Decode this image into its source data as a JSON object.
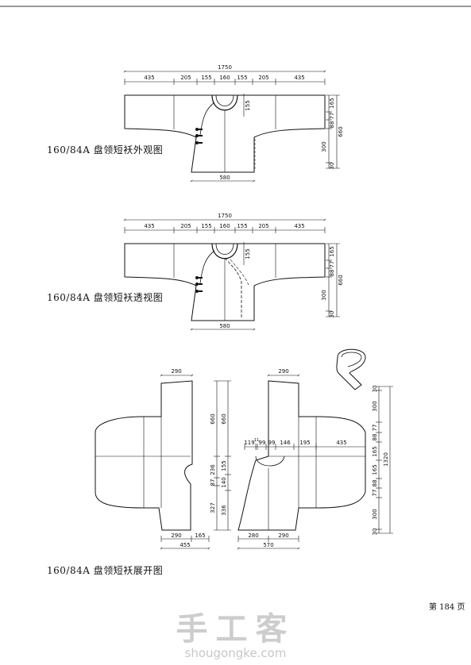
{
  "diagrams": [
    {
      "caption": "160/84A 盘领短袄外观图",
      "top": {
        "total": "1750",
        "segments": [
          "435",
          "205",
          "155",
          "160",
          "155",
          "205",
          "435"
        ],
        "inner": "155"
      },
      "right": {
        "collar": "165",
        "h77": "77",
        "h88": "88",
        "h300": "300",
        "h30": "30",
        "overall": "660"
      },
      "bottom": "580"
    },
    {
      "caption": "160/84A 盘领短袄透视图",
      "top": {
        "total": "1750",
        "segments": [
          "435",
          "205",
          "155",
          "160",
          "155",
          "205",
          "435"
        ],
        "inner": "155"
      },
      "right": {
        "collar": "165",
        "h77": "77",
        "h88": "88",
        "h300": "300",
        "h30": "30",
        "overall": "660"
      },
      "bottom": "580"
    }
  ],
  "flat": {
    "caption": "160/84A 盘领短袄展开图",
    "left": {
      "top": "290",
      "vert_outer": [
        "660",
        "236",
        "87",
        "327"
      ],
      "vert_inner": [
        "660",
        "155",
        "140",
        "336"
      ],
      "bottom": [
        "290",
        "165"
      ],
      "bottom_total": "455"
    },
    "right": {
      "top": "290",
      "sleeve": [
        "119",
        "11",
        "99",
        "99",
        "146",
        "195",
        "435"
      ],
      "side": [
        "300",
        "77",
        "88",
        "165",
        "165",
        "88",
        "77",
        "300",
        "30",
        "30"
      ],
      "overall": "1320",
      "bottom": [
        "280",
        "290"
      ],
      "bottom_total": "570"
    }
  },
  "page_number": "第 184 页",
  "watermark": {
    "text": "手工客",
    "url": "shougongke.com"
  }
}
